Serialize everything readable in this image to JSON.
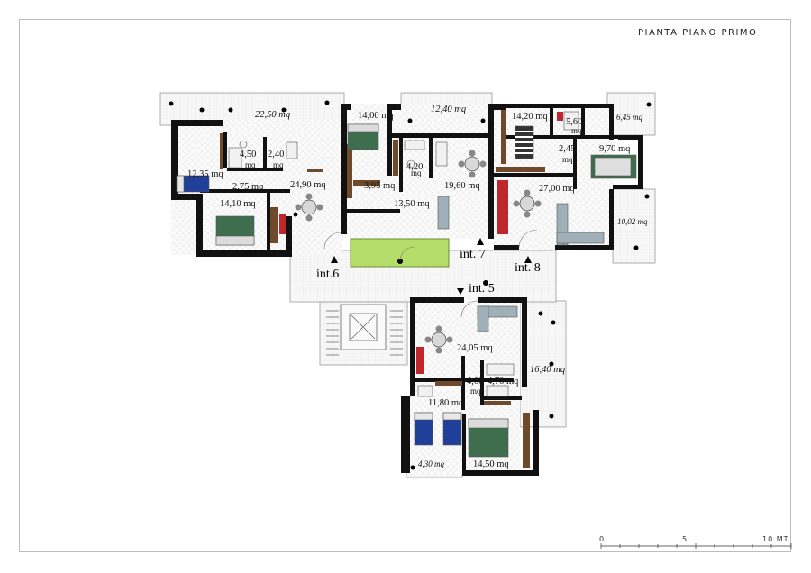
{
  "title": "PIANTA PIANO PRIMO",
  "units": {
    "int6": "int.6",
    "int7": "int. 7",
    "int8": "int. 8",
    "int5": "int. 5"
  },
  "rooms": {
    "terrace_a": "22,50 mq",
    "terrace_b": "12,40 mq",
    "terrace_c": "6,45 mq",
    "terrace_d": "10,02 mq",
    "terrace_e": "16,40 mq",
    "terrace_f": "4,30 mq",
    "r1": "12,35 mq",
    "r2": "4,50",
    "r2u": "mq",
    "r3": "2,40",
    "r3u": "mq",
    "r4": "2,75 mq",
    "r5": "24,90 mq",
    "r6": "14,10 mq",
    "r7": "14,00 mq",
    "r8": "4,20",
    "r8u": "mq",
    "r9": "3,95 mq",
    "r10": "19,60 mq",
    "r11": "13,50 mq",
    "r12": "14,20 mq",
    "r13": "5,60",
    "r13u": "mq",
    "r14": "2,45",
    "r14u": "mq",
    "r15": "9,70 mq",
    "r16": "27,00 mq",
    "r17": "24,05 mq",
    "r18": "4,60",
    "r18u": "mq",
    "r19": "4,70 mq",
    "r20": "11,80 mq",
    "r21": "14,50 mq"
  },
  "scale": {
    "zero": "0",
    "five": "5",
    "ten": "10 MT"
  },
  "colors": {
    "wall": "#111111",
    "garden": "#b5dd6a",
    "red": "#c0272d",
    "wood": "#6e4a2a",
    "bed_blue": "#1f3f99",
    "bed_green": "#3f6e4f"
  }
}
